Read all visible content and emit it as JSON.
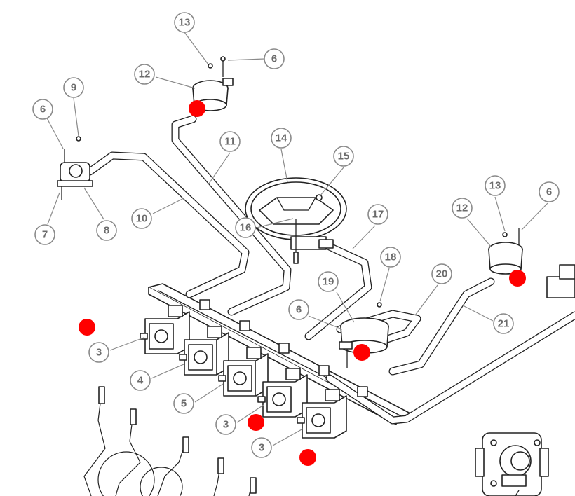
{
  "callouts": [
    {
      "id": "c13a",
      "label": "13"
    },
    {
      "id": "c6a",
      "label": "6"
    },
    {
      "id": "c12a",
      "label": "12"
    },
    {
      "id": "c9",
      "label": "9"
    },
    {
      "id": "c6b",
      "label": "6"
    },
    {
      "id": "c11",
      "label": "11"
    },
    {
      "id": "c14",
      "label": "14"
    },
    {
      "id": "c15",
      "label": "15"
    },
    {
      "id": "c7",
      "label": "7"
    },
    {
      "id": "c8",
      "label": "8"
    },
    {
      "id": "c10",
      "label": "10"
    },
    {
      "id": "c16",
      "label": "16"
    },
    {
      "id": "c17",
      "label": "17"
    },
    {
      "id": "c13b",
      "label": "13"
    },
    {
      "id": "c6c",
      "label": "6"
    },
    {
      "id": "c12b",
      "label": "12"
    },
    {
      "id": "c18",
      "label": "18"
    },
    {
      "id": "c19",
      "label": "19"
    },
    {
      "id": "c20",
      "label": "20"
    },
    {
      "id": "c6d",
      "label": "6"
    },
    {
      "id": "c21",
      "label": "21"
    },
    {
      "id": "c3a",
      "label": "3"
    },
    {
      "id": "c4",
      "label": "4"
    },
    {
      "id": "c5",
      "label": "5"
    },
    {
      "id": "c3b",
      "label": "3"
    },
    {
      "id": "c3c",
      "label": "3"
    }
  ],
  "markers_color": "#ff0000",
  "line_color": "#222222",
  "callout_color": "#8a8a8a"
}
